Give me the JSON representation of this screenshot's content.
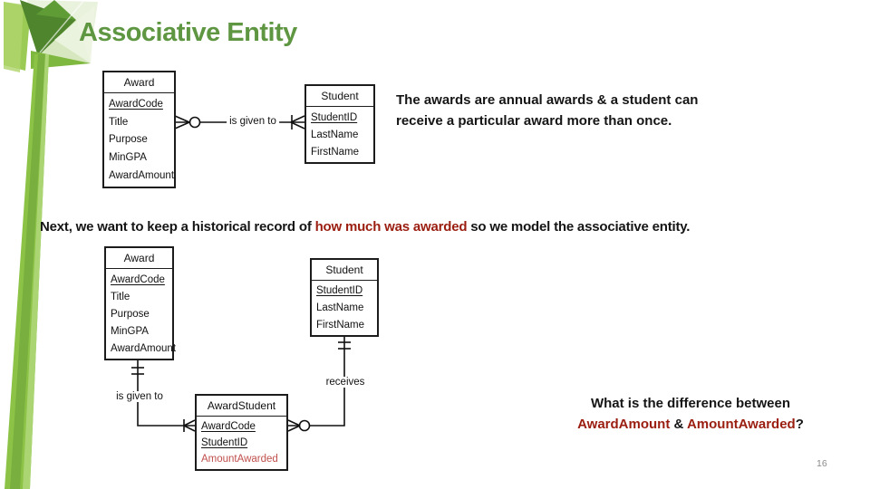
{
  "slide": {
    "title": "Associative Entity",
    "page_number": "16"
  },
  "colors": {
    "accent_green": "#5E9642",
    "highlight_red": "#9A1D10",
    "diagram_attr_red": "#C0504D"
  },
  "notes": {
    "top": {
      "line1": "The awards are annual awards & a student can",
      "line2": "receive a particular award more than once."
    },
    "middle": {
      "prefix": "Next, we want to keep a historical record of ",
      "highlight": "how much was awarded",
      "suffix": " so we model the associative entity."
    },
    "question": {
      "line1": "What is the difference between",
      "red1": "AwardAmount",
      "amp": " & ",
      "red2": "AmountAwarded",
      "qmark": "?"
    }
  },
  "diagram_top": {
    "award": {
      "title": "Award",
      "attrs": [
        "AwardCode",
        "Title",
        "Purpose",
        "MinGPA",
        "AwardAmount"
      ]
    },
    "student": {
      "title": "Student",
      "attrs": [
        "StudentID",
        "LastName",
        "FirstName"
      ]
    },
    "relationship_label": "is given to"
  },
  "diagram_bottom": {
    "award": {
      "title": "Award",
      "attrs": [
        "AwardCode",
        "Title",
        "Purpose",
        "MinGPA",
        "AwardAmount"
      ]
    },
    "student": {
      "title": "Student",
      "attrs": [
        "StudentID",
        "LastName",
        "FirstName"
      ]
    },
    "award_student": {
      "title": "AwardStudent",
      "attrs": [
        "AwardCode",
        "StudentID",
        "AmountAwarded"
      ]
    },
    "label_is_given_to": "is given to",
    "label_receives": "receives"
  }
}
